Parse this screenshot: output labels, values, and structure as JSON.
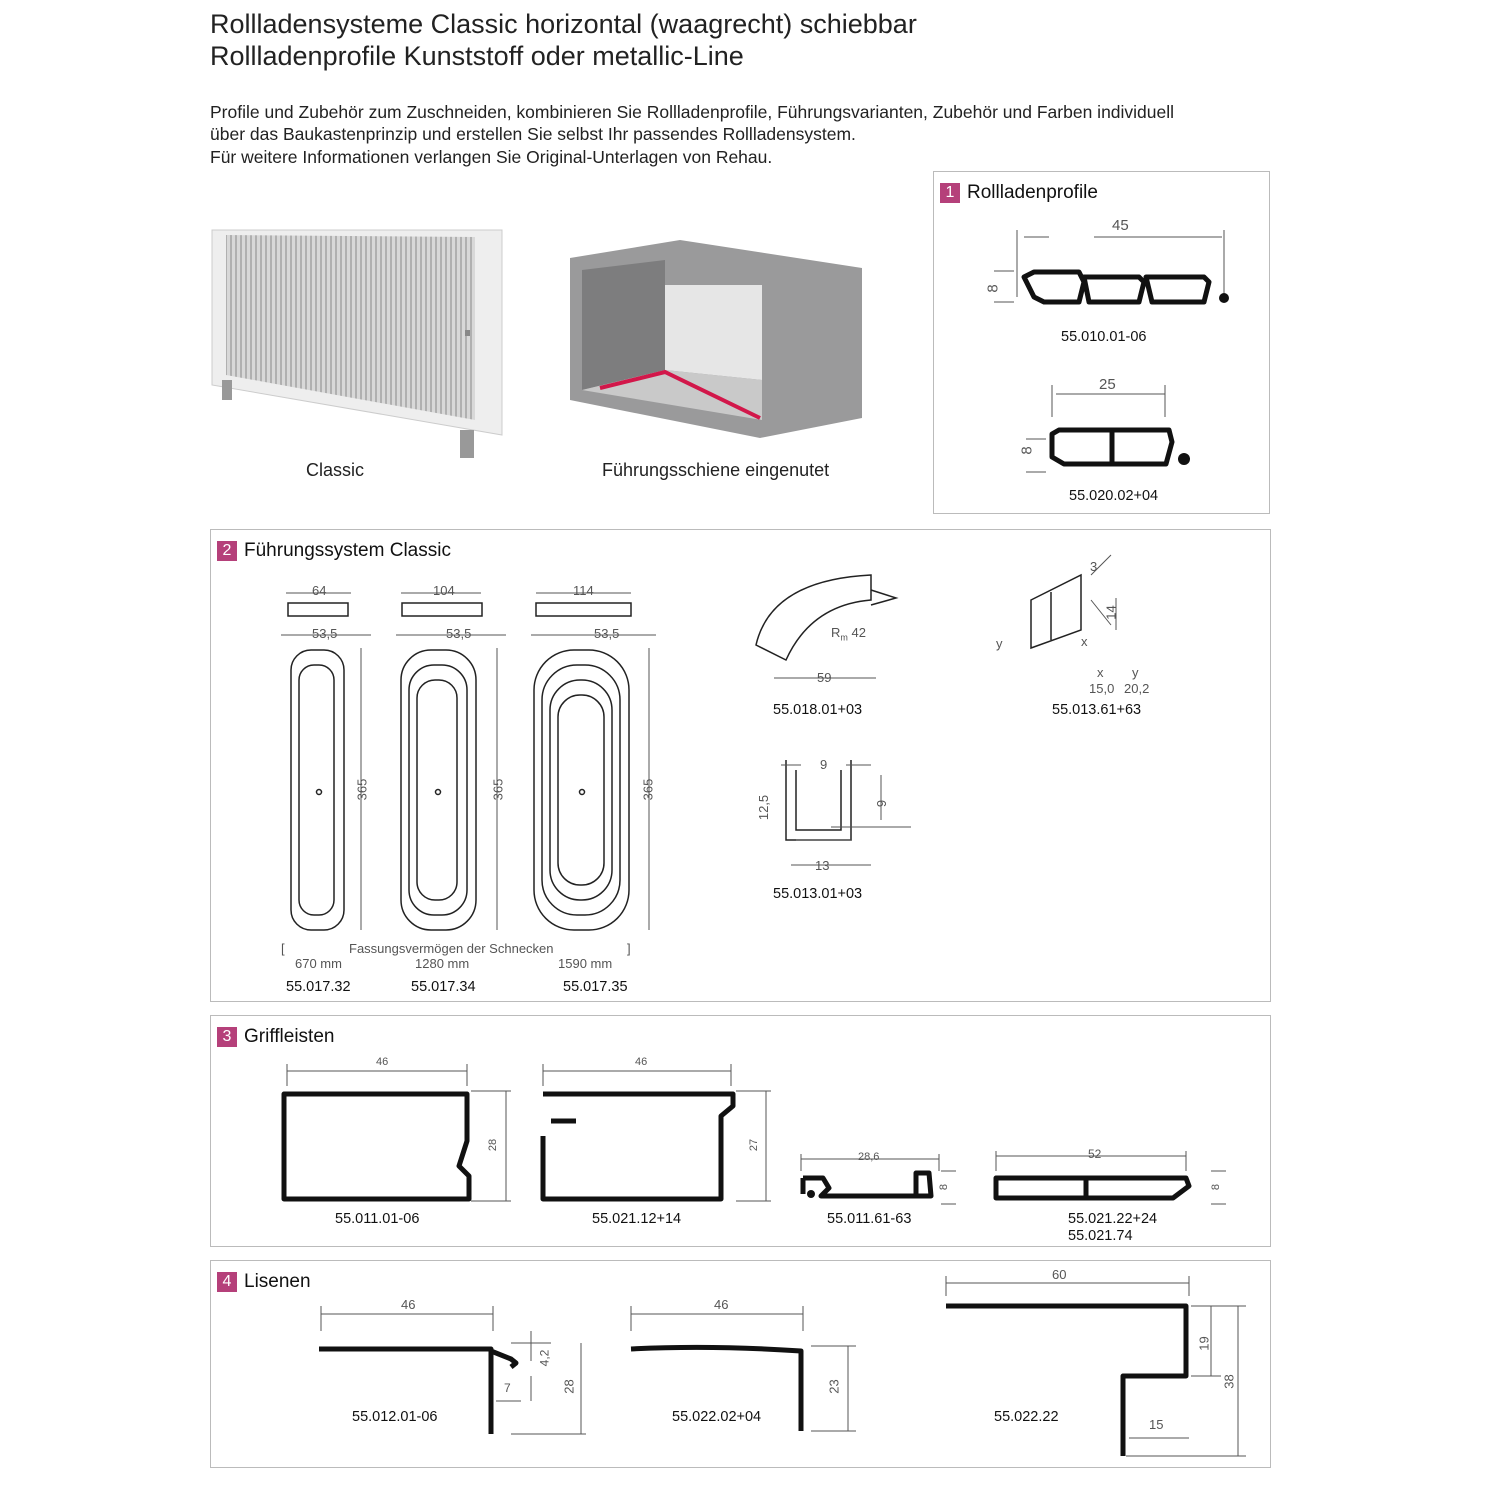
{
  "title": {
    "line1": "Rollladensysteme Classic horizontal (waagrecht) schiebbar",
    "line2": "Rollladenprofile Kunststoff oder metallic-Line"
  },
  "intro": {
    "line1": "Profile und Zubehör zum Zuschneiden, kombinieren Sie Rollladenprofile, Führungsvarianten, Zubehör und Farben individuell",
    "line2": "über das Baukastenprinzip und erstellen Sie selbst Ihr passendes Rollladensystem.",
    "line3": "Für weitere Informationen verlangen Sie Original-Unterlagen von Rehau."
  },
  "accent": "#b5407a",
  "images": {
    "classic": "Classic",
    "rail": "Führungsschiene eingenutet"
  },
  "s1": {
    "num": "1",
    "title": "Rollladenprofile",
    "p1": {
      "w": "45",
      "h": "8",
      "code": "55.010.01-06"
    },
    "p2": {
      "w": "25",
      "h": "8",
      "code": "55.020.02+04"
    }
  },
  "s2": {
    "num": "2",
    "title": "Führungssystem Classic",
    "snails": [
      {
        "w": "64",
        "inner": "53,5",
        "h": "365",
        "cap": "670 mm",
        "code": "55.017.32"
      },
      {
        "w": "104",
        "inner": "53,5",
        "h": "365",
        "cap": "1280 mm",
        "code": "55.017.34"
      },
      {
        "w": "114",
        "inner": "53,5",
        "h": "365",
        "cap": "1590 mm",
        "code": "55.017.35"
      }
    ],
    "capacity_label": "Fassungsvermögen der Schnecken",
    "bracket_l": "[",
    "bracket_r": "]",
    "curve": {
      "r": "R",
      "rsub": "m",
      "rval": "42",
      "w": "59",
      "code": "55.018.01+03"
    },
    "block": {
      "t": "3",
      "h": "14",
      "xl": "x",
      "yl": "y",
      "xh": "x",
      "yh": "y",
      "xv": "15,0",
      "yv": "20,2",
      "code": "55.013.61+63"
    },
    "channel": {
      "w": "9",
      "h1": "12,5",
      "h2": "9",
      "w2": "13",
      "code": "55.013.01+03"
    }
  },
  "s3": {
    "num": "3",
    "title": "Griffleisten",
    "items": [
      {
        "w": "46",
        "h": "28",
        "code": "55.011.01-06"
      },
      {
        "w": "46",
        "h": "27",
        "code": "55.021.12+14"
      },
      {
        "w": "28,6",
        "h": "8",
        "code": "55.011.61-63"
      },
      {
        "w": "52",
        "h": "8",
        "code": "55.021.22+24",
        "code2": "55.021.74"
      }
    ]
  },
  "s4": {
    "num": "4",
    "title": "Lisenen",
    "items": [
      {
        "w": "46",
        "h": "28",
        "a": "4,2",
        "b": "7",
        "code": "55.012.01-06"
      },
      {
        "w": "46",
        "h": "23",
        "code": "55.022.02+04"
      },
      {
        "w": "60",
        "h1": "19",
        "h2": "38",
        "b": "15",
        "code": "55.022.22"
      }
    ]
  }
}
